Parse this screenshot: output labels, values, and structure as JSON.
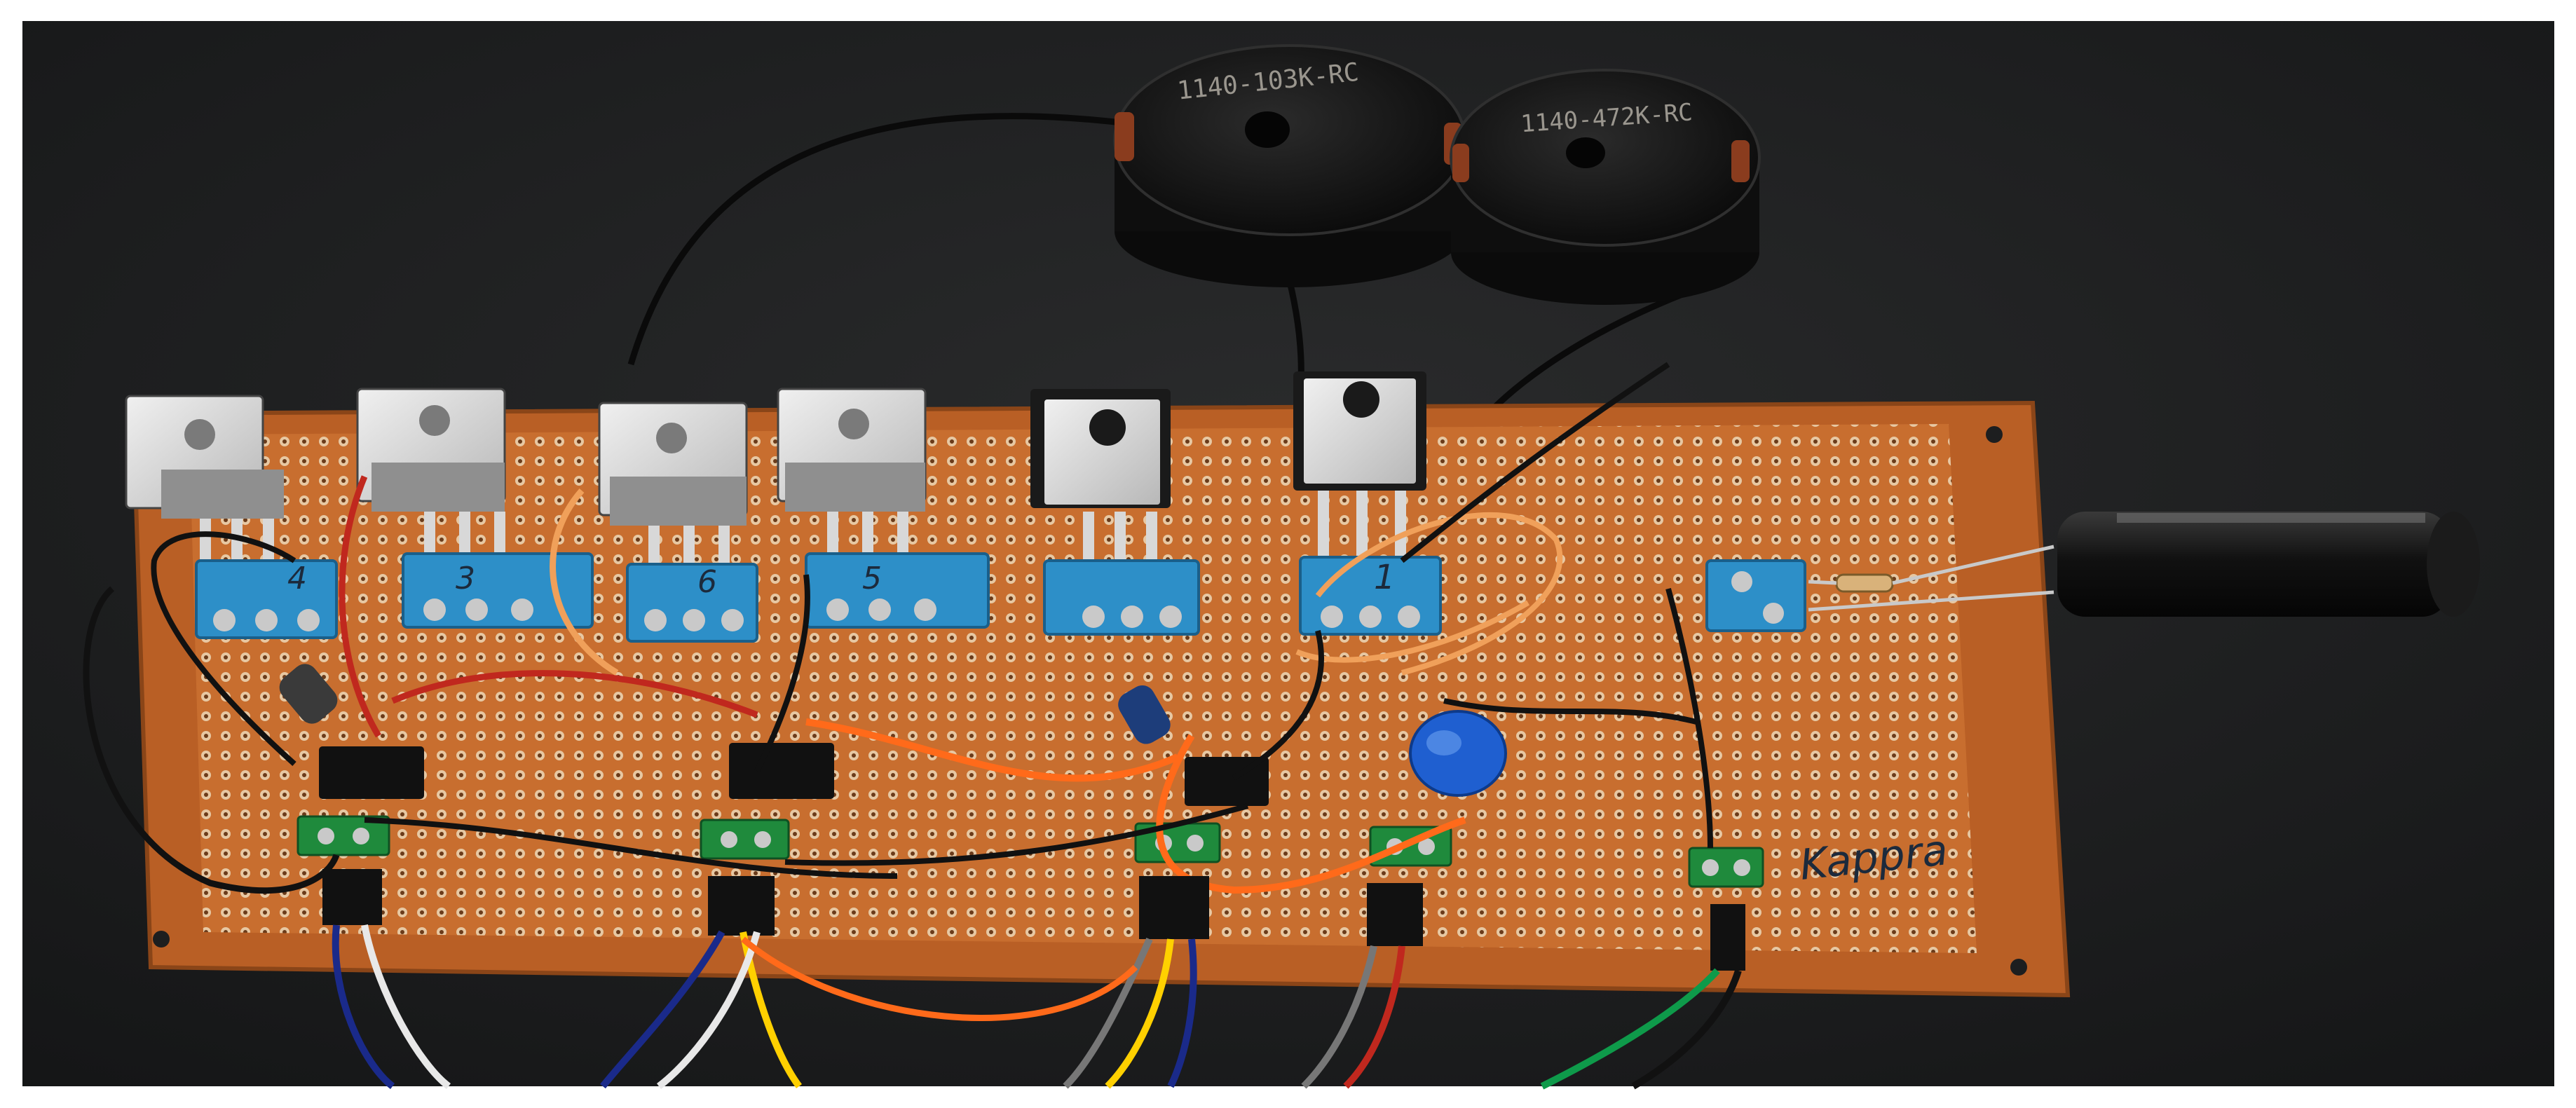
{
  "inductors": [
    {
      "marking": "1140-103K-RC"
    },
    {
      "marking": "1140-472K-RC"
    }
  ],
  "terminal_marks": [
    "4",
    "3",
    "6",
    "5",
    "",
    "1"
  ],
  "board_brand": "Kappra",
  "colors": {
    "table": "#1d1e1f",
    "pcb": "#c46a2c",
    "terminal_blue": "#2d8fc8",
    "terminal_green": "#1f8a3c",
    "heatsink_tab": "#dcdcdc"
  }
}
